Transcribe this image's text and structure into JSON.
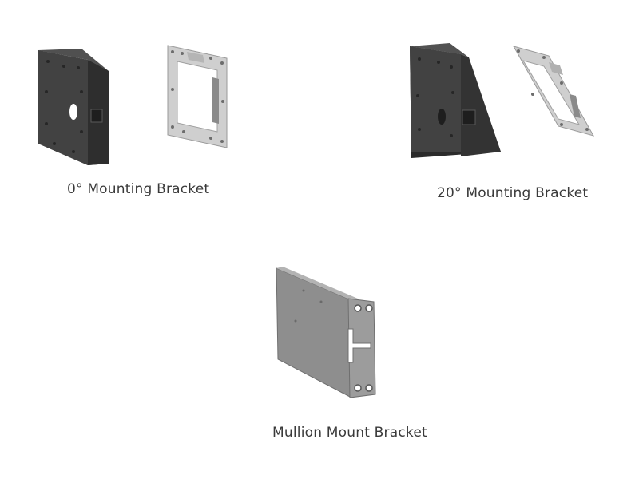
{
  "products": [
    {
      "caption": "0° Mounting Bracket"
    },
    {
      "caption": "20° Mounting Bracket"
    },
    {
      "caption": "Mullion Mount Bracket"
    }
  ],
  "colors": {
    "background": "#ffffff",
    "bracket_dark": "#3f3f3f",
    "bracket_side": "#2b2b2b",
    "plate_steel": "#c9c9c9",
    "mullion_gray": "#8e8e8e",
    "caption_text": "#3a3a3a"
  }
}
